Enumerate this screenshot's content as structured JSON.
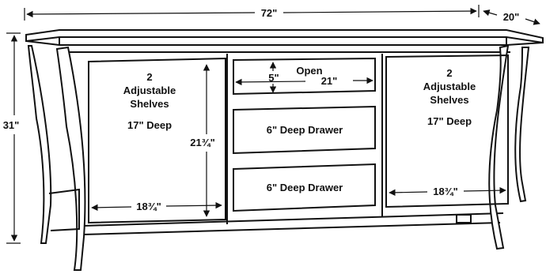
{
  "dimensions": {
    "overall_width": "72\"",
    "overall_depth": "20\"",
    "overall_height": "31\"",
    "cabinet_opening_height": "21¾\"",
    "left_cabinet_width": "18¾\"",
    "right_cabinet_width": "18¾\"",
    "open_shelf_height": "5\"",
    "open_shelf_width": "21\""
  },
  "left_cabinet": {
    "line1": "2",
    "line2": "Adjustable",
    "line3": "Shelves",
    "depth": "17\" Deep"
  },
  "right_cabinet": {
    "line1": "2",
    "line2": "Adjustable",
    "line3": "Shelves",
    "depth": "17\" Deep"
  },
  "center": {
    "open_label": "Open",
    "drawer_top": "6\" Deep Drawer",
    "drawer_bottom": "6\" Deep Drawer"
  },
  "colors": {
    "line": "#111111",
    "background": "#ffffff"
  }
}
